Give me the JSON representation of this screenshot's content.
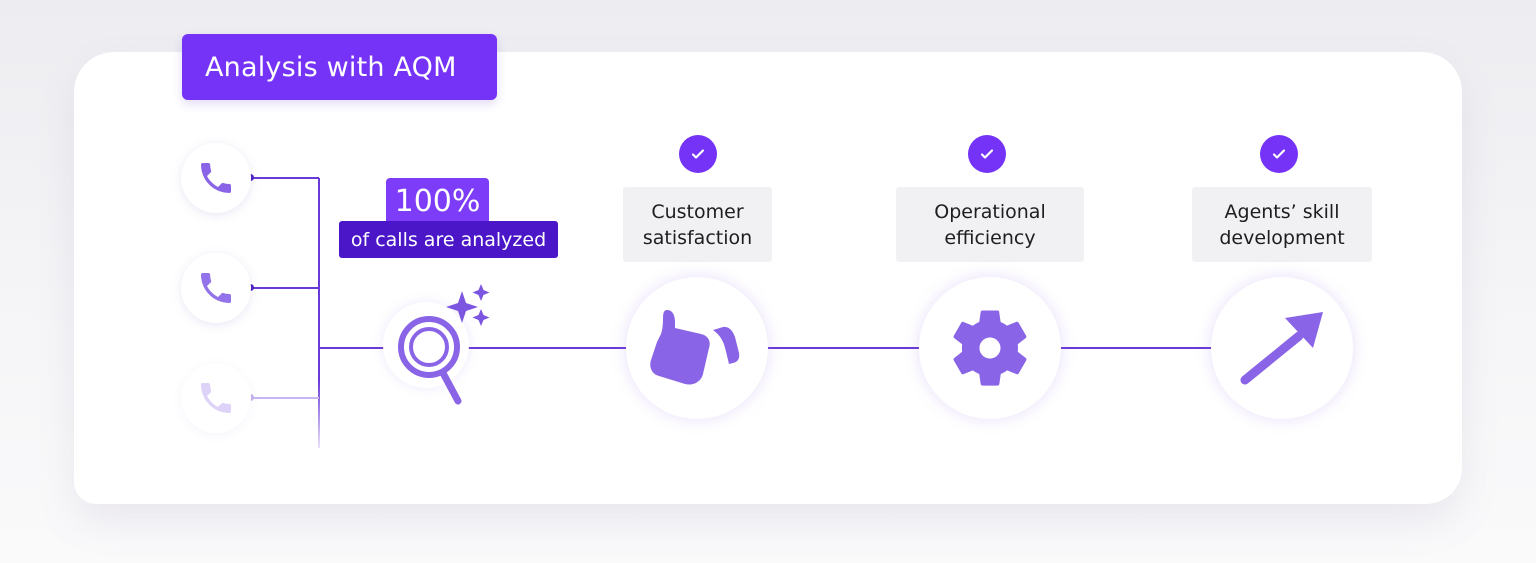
{
  "header": {
    "title": "Analysis with AQM"
  },
  "stat": {
    "value": "100%",
    "caption": "of calls are analyzed"
  },
  "sources": [
    {
      "icon": "phone-icon",
      "opacity": 1
    },
    {
      "icon": "phone-icon",
      "opacity": 1
    },
    {
      "icon": "phone-icon",
      "opacity": 0.35
    }
  ],
  "analyzer": {
    "icon": "magnifier-sparkles-icon"
  },
  "outcomes": [
    {
      "line1": "Customer",
      "line2": "satisfaction",
      "icon": "thumbs-up-icon",
      "check": "check-icon"
    },
    {
      "line1": "Operational",
      "line2": "efficiency",
      "icon": "gear-icon",
      "check": "check-icon"
    },
    {
      "line1": "Agents’ skill",
      "line2": "development",
      "icon": "arrow-up-right-icon",
      "check": "check-icon"
    }
  ],
  "colors": {
    "accent": "#7433f6",
    "accent_dark": "#4b16c8",
    "icon_fill": "#8a64e6",
    "connector": "#6a3ad8",
    "label_bg": "#f1f1f3"
  }
}
